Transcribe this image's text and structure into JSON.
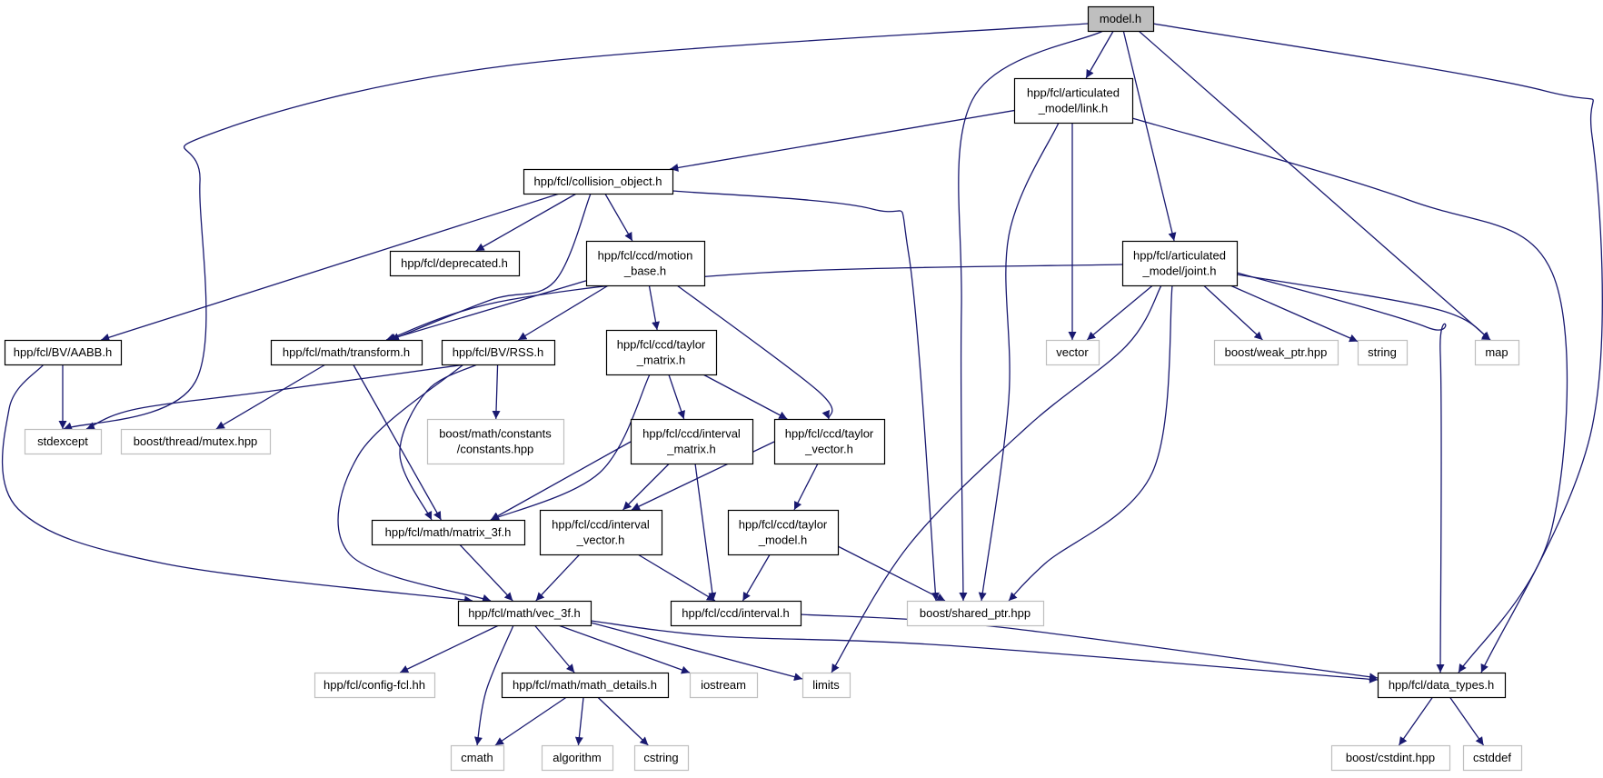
{
  "graph": {
    "title": "",
    "colors": {
      "edge": "#191970",
      "node_border": "#000000",
      "external_border": "#bfbfbf",
      "root_fill": "#bfbfbf",
      "node_fill": "#ffffff"
    },
    "nodes": [
      {
        "id": "model_h",
        "lines": [
          "model.h"
        ],
        "kind": "root"
      },
      {
        "id": "link_h",
        "lines": [
          "hpp/fcl/articulated",
          "_model/link.h"
        ],
        "kind": "internal"
      },
      {
        "id": "collision_object_h",
        "lines": [
          "hpp/fcl/collision_object.h"
        ],
        "kind": "internal"
      },
      {
        "id": "deprecated_h",
        "lines": [
          "hpp/fcl/deprecated.h"
        ],
        "kind": "internal"
      },
      {
        "id": "motion_base_h",
        "lines": [
          "hpp/fcl/ccd/motion",
          "_base.h"
        ],
        "kind": "internal"
      },
      {
        "id": "joint_h",
        "lines": [
          "hpp/fcl/articulated",
          "_model/joint.h"
        ],
        "kind": "internal"
      },
      {
        "id": "aabb_h",
        "lines": [
          "hpp/fcl/BV/AABB.h"
        ],
        "kind": "internal"
      },
      {
        "id": "transform_h",
        "lines": [
          "hpp/fcl/math/transform.h"
        ],
        "kind": "internal"
      },
      {
        "id": "rss_h",
        "lines": [
          "hpp/fcl/BV/RSS.h"
        ],
        "kind": "internal"
      },
      {
        "id": "taylor_matrix_h",
        "lines": [
          "hpp/fcl/ccd/taylor",
          "_matrix.h"
        ],
        "kind": "internal"
      },
      {
        "id": "vector",
        "lines": [
          "vector"
        ],
        "kind": "external"
      },
      {
        "id": "weak_ptr",
        "lines": [
          "boost/weak_ptr.hpp"
        ],
        "kind": "external"
      },
      {
        "id": "string",
        "lines": [
          "string"
        ],
        "kind": "external"
      },
      {
        "id": "map",
        "lines": [
          "map"
        ],
        "kind": "external"
      },
      {
        "id": "stdexcept",
        "lines": [
          "stdexcept"
        ],
        "kind": "external"
      },
      {
        "id": "mutex",
        "lines": [
          "boost/thread/mutex.hpp"
        ],
        "kind": "external"
      },
      {
        "id": "constants",
        "lines": [
          "boost/math/constants",
          "/constants.hpp"
        ],
        "kind": "external"
      },
      {
        "id": "interval_matrix_h",
        "lines": [
          "hpp/fcl/ccd/interval",
          "_matrix.h"
        ],
        "kind": "internal"
      },
      {
        "id": "taylor_vector_h",
        "lines": [
          "hpp/fcl/ccd/taylor",
          "_vector.h"
        ],
        "kind": "internal"
      },
      {
        "id": "matrix_3f_h",
        "lines": [
          "hpp/fcl/math/matrix_3f.h"
        ],
        "kind": "internal"
      },
      {
        "id": "interval_vector_h",
        "lines": [
          "hpp/fcl/ccd/interval",
          "_vector.h"
        ],
        "kind": "internal"
      },
      {
        "id": "taylor_model_h",
        "lines": [
          "hpp/fcl/ccd/taylor",
          "_model.h"
        ],
        "kind": "internal"
      },
      {
        "id": "vec_3f_h",
        "lines": [
          "hpp/fcl/math/vec_3f.h"
        ],
        "kind": "internal"
      },
      {
        "id": "interval_h",
        "lines": [
          "hpp/fcl/ccd/interval.h"
        ],
        "kind": "internal"
      },
      {
        "id": "shared_ptr",
        "lines": [
          "boost/shared_ptr.hpp"
        ],
        "kind": "external"
      },
      {
        "id": "config_fcl",
        "lines": [
          "hpp/fcl/config-fcl.hh"
        ],
        "kind": "external"
      },
      {
        "id": "math_details_h",
        "lines": [
          "hpp/fcl/math/math_details.h"
        ],
        "kind": "internal"
      },
      {
        "id": "iostream",
        "lines": [
          "iostream"
        ],
        "kind": "external"
      },
      {
        "id": "limits",
        "lines": [
          "limits"
        ],
        "kind": "external"
      },
      {
        "id": "data_types_h",
        "lines": [
          "hpp/fcl/data_types.h"
        ],
        "kind": "internal"
      },
      {
        "id": "cmath",
        "lines": [
          "cmath"
        ],
        "kind": "external"
      },
      {
        "id": "algorithm",
        "lines": [
          "algorithm"
        ],
        "kind": "external"
      },
      {
        "id": "cstring",
        "lines": [
          "cstring"
        ],
        "kind": "external"
      },
      {
        "id": "cstdint",
        "lines": [
          "boost/cstdint.hpp"
        ],
        "kind": "external"
      },
      {
        "id": "cstddef",
        "lines": [
          "cstddef"
        ],
        "kind": "external"
      }
    ],
    "edges": [
      [
        "model_h",
        "link_h"
      ],
      [
        "model_h",
        "joint_h"
      ],
      [
        "model_h",
        "map"
      ],
      [
        "model_h",
        "data_types_h"
      ],
      [
        "model_h",
        "shared_ptr"
      ],
      [
        "model_h",
        "stdexcept"
      ],
      [
        "link_h",
        "collision_object_h"
      ],
      [
        "link_h",
        "vector"
      ],
      [
        "link_h",
        "shared_ptr"
      ],
      [
        "link_h",
        "data_types_h"
      ],
      [
        "collision_object_h",
        "deprecated_h"
      ],
      [
        "collision_object_h",
        "motion_base_h"
      ],
      [
        "collision_object_h",
        "aabb_h"
      ],
      [
        "collision_object_h",
        "transform_h"
      ],
      [
        "collision_object_h",
        "shared_ptr"
      ],
      [
        "motion_base_h",
        "transform_h"
      ],
      [
        "motion_base_h",
        "rss_h"
      ],
      [
        "motion_base_h",
        "taylor_matrix_h"
      ],
      [
        "motion_base_h",
        "taylor_vector_h"
      ],
      [
        "joint_h",
        "transform_h"
      ],
      [
        "joint_h",
        "vector"
      ],
      [
        "joint_h",
        "weak_ptr"
      ],
      [
        "joint_h",
        "string"
      ],
      [
        "joint_h",
        "map"
      ],
      [
        "joint_h",
        "data_types_h"
      ],
      [
        "joint_h",
        "limits"
      ],
      [
        "joint_h",
        "shared_ptr"
      ],
      [
        "aabb_h",
        "stdexcept"
      ],
      [
        "aabb_h",
        "vec_3f_h"
      ],
      [
        "transform_h",
        "mutex"
      ],
      [
        "transform_h",
        "matrix_3f_h"
      ],
      [
        "rss_h",
        "stdexcept"
      ],
      [
        "rss_h",
        "constants"
      ],
      [
        "rss_h",
        "matrix_3f_h"
      ],
      [
        "rss_h",
        "vec_3f_h"
      ],
      [
        "taylor_matrix_h",
        "interval_matrix_h"
      ],
      [
        "taylor_matrix_h",
        "taylor_vector_h"
      ],
      [
        "taylor_matrix_h",
        "matrix_3f_h"
      ],
      [
        "interval_matrix_h",
        "matrix_3f_h"
      ],
      [
        "interval_matrix_h",
        "interval_vector_h"
      ],
      [
        "interval_matrix_h",
        "interval_h"
      ],
      [
        "taylor_vector_h",
        "interval_vector_h"
      ],
      [
        "taylor_vector_h",
        "taylor_model_h"
      ],
      [
        "matrix_3f_h",
        "vec_3f_h"
      ],
      [
        "interval_vector_h",
        "vec_3f_h"
      ],
      [
        "interval_vector_h",
        "interval_h"
      ],
      [
        "taylor_model_h",
        "interval_h"
      ],
      [
        "taylor_model_h",
        "shared_ptr"
      ],
      [
        "vec_3f_h",
        "config_fcl"
      ],
      [
        "vec_3f_h",
        "math_details_h"
      ],
      [
        "vec_3f_h",
        "iostream"
      ],
      [
        "vec_3f_h",
        "limits"
      ],
      [
        "vec_3f_h",
        "cmath"
      ],
      [
        "vec_3f_h",
        "data_types_h"
      ],
      [
        "interval_h",
        "data_types_h"
      ],
      [
        "math_details_h",
        "cmath"
      ],
      [
        "math_details_h",
        "algorithm"
      ],
      [
        "math_details_h",
        "cstring"
      ],
      [
        "data_types_h",
        "cstdint"
      ],
      [
        "data_types_h",
        "cstddef"
      ]
    ]
  }
}
